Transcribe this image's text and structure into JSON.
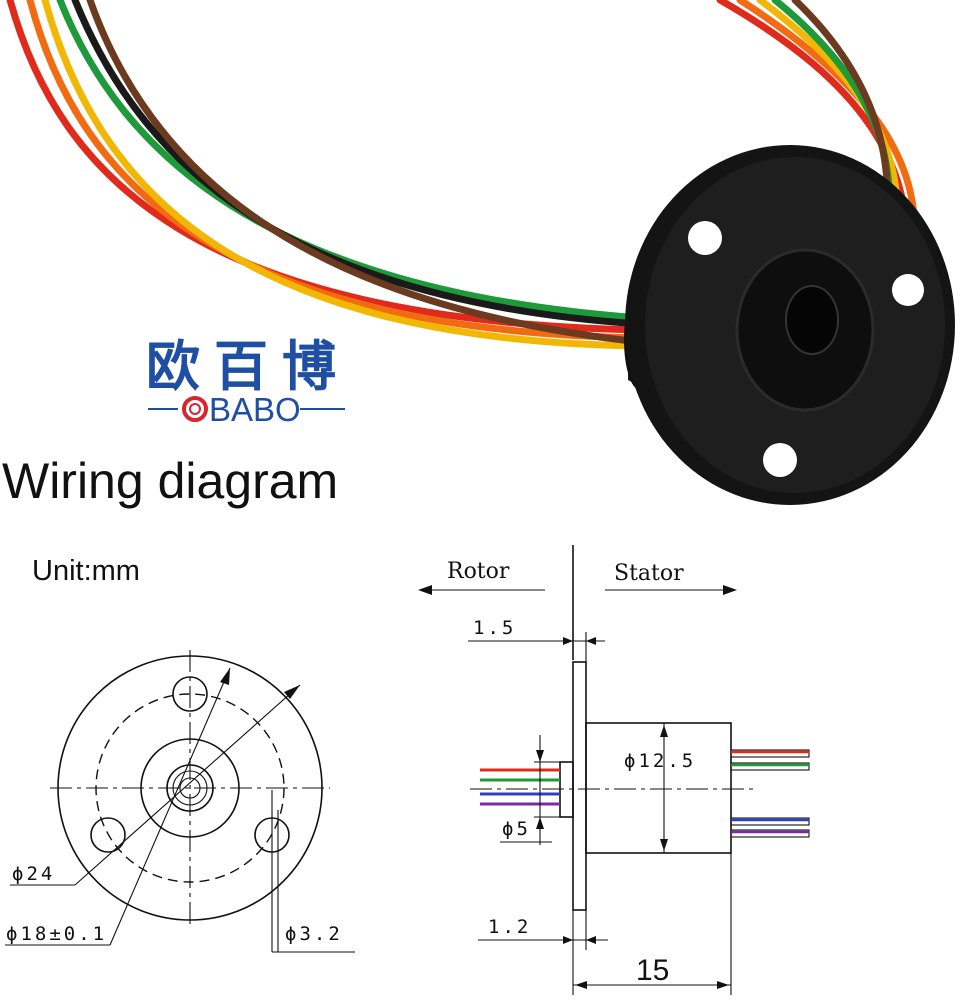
{
  "brand": {
    "chinese_name": "欧百博",
    "latin_name": "BABO",
    "logo_color": "#1f4fa3",
    "logo_ring_color": "#d8262e"
  },
  "heading": "Wiring diagram",
  "unit_label": "Unit:mm",
  "side_view": {
    "rotor_label": "Rotor",
    "stator_label": "Stator",
    "dim_flange": "1.5",
    "dim_housing_dia": "ϕ12.5",
    "dim_shaft_dia": "ϕ5",
    "dim_gap": "1.2",
    "dim_length": "15"
  },
  "front_view": {
    "dim_outer": "ϕ24",
    "dim_mount_circle": "ϕ18±0.1",
    "dim_hole": "ϕ3.2"
  },
  "wire_colors": {
    "red": "#e02a1b",
    "green": "#1f9a3a",
    "blue": "#2b3fc4",
    "purple": "#7a2aa6",
    "orange": "#f26a12",
    "yellow": "#f2b705",
    "brown": "#6b3a1f",
    "black": "#1a1a1a"
  }
}
